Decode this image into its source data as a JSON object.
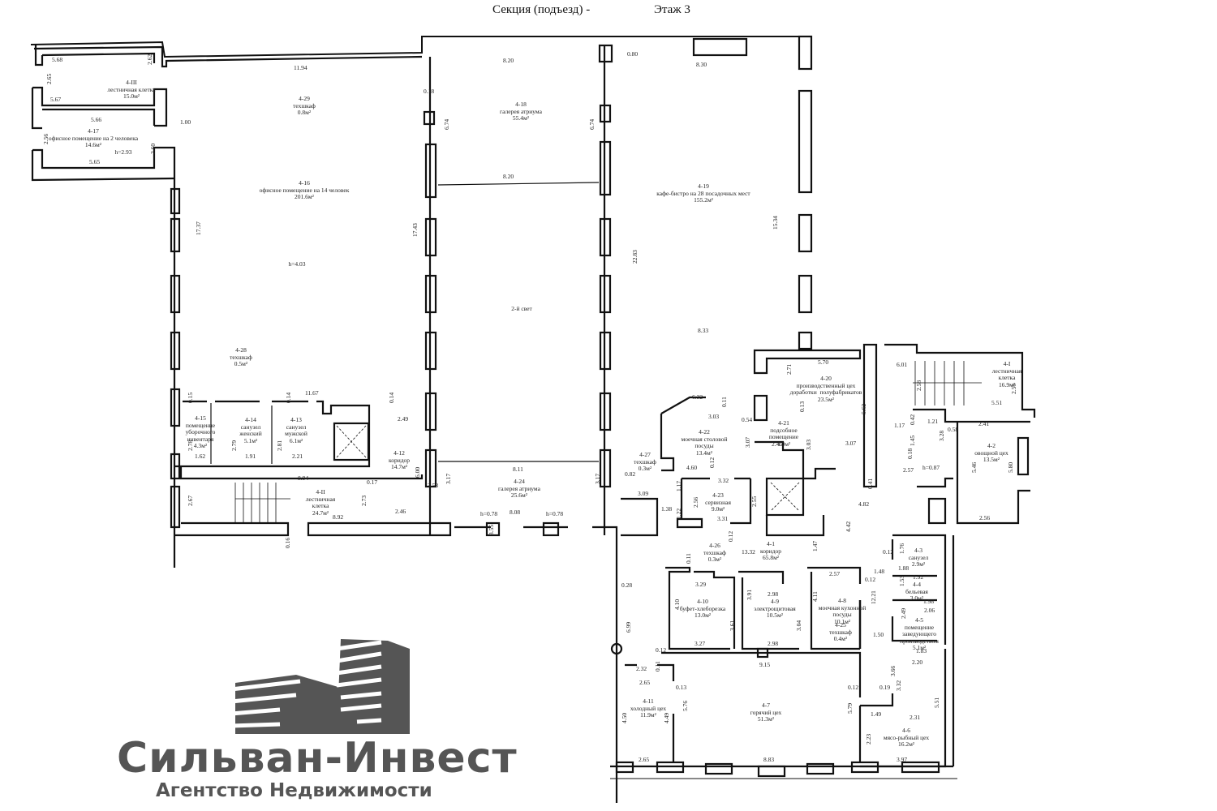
{
  "header": {
    "section_label": "Секция (подъезд) -",
    "floor_label": "Этаж 3"
  },
  "rooms": [
    {
      "id": "4-III",
      "name": "лестничная клетка",
      "area": "15.0м²"
    },
    {
      "id": "4-17",
      "name": "офисное помещение на 2 человека",
      "area": "14.6м²",
      "height": "h=2.93"
    },
    {
      "id": "4-29",
      "name": "техшкаф",
      "area": "0.8м²"
    },
    {
      "id": "4-16",
      "name": "офисное помещение на 14 человек",
      "area": "201.6м²",
      "height": "h=4.03"
    },
    {
      "id": "4-28",
      "name": "техшкаф",
      "area": "0.5м²"
    },
    {
      "id": "4-18",
      "name": "галерея атриума",
      "area": "55.4м²"
    },
    {
      "id": "2-й свет",
      "name": "2-й свет",
      "area": ""
    },
    {
      "id": "4-19",
      "name": "кафе-бистро на 28 посадочных мест",
      "area": "155.2м²"
    },
    {
      "id": "4-15",
      "name": "помещение уборочного инвентаря",
      "area": "4.3м²"
    },
    {
      "id": "4-14",
      "name": "санузел женский",
      "area": "5.1м²"
    },
    {
      "id": "4-13",
      "name": "санузел мужской",
      "area": "6.1м²"
    },
    {
      "id": "4-12",
      "name": "коридор",
      "area": "14.7м²"
    },
    {
      "id": "4-II",
      "name": "лестничная клетка",
      "area": "24.7м²"
    },
    {
      "id": "4-24",
      "name": "галерея атриума",
      "area": "25.6м²"
    },
    {
      "id": "4-27",
      "name": "техшкаф",
      "area": "0.3м²"
    },
    {
      "id": "4-22",
      "name": "моечная столовой посуды",
      "area": "13.4м²"
    },
    {
      "id": "4-23",
      "name": "сервизная",
      "area": "9.0м²"
    },
    {
      "id": "4-20",
      "name": "производственный цех доработки полуфабрикатов",
      "area": "23.5м²"
    },
    {
      "id": "4-21",
      "name": "подсобное помещение",
      "area": "4.9м²"
    },
    {
      "id": "4-I",
      "name": "лестничная клетка",
      "area": "16.9м²"
    },
    {
      "id": "4-2",
      "name": "овощной цех",
      "area": "13.5м²"
    },
    {
      "id": "4-26",
      "name": "техшкаф",
      "area": "0.3м²"
    },
    {
      "id": "4-1",
      "name": "коридор",
      "area": "65.8м²"
    },
    {
      "id": "4-3",
      "name": "санузел",
      "area": "2.9м²"
    },
    {
      "id": "4-4",
      "name": "бельевая",
      "area": "3.0м²"
    },
    {
      "id": "4-5",
      "name": "помещение заведующего производством",
      "area": "5.1м²"
    },
    {
      "id": "4-10",
      "name": "буфет-хлеборезка",
      "area": "13.0м²"
    },
    {
      "id": "4-9",
      "name": "электрощитовая",
      "area": "10.5м²"
    },
    {
      "id": "4-8",
      "name": "моечная кухонной посуды",
      "area": "10.1м²"
    },
    {
      "id": "4-25",
      "name": "техшкаф",
      "area": "0.4м²"
    },
    {
      "id": "4-11",
      "name": "холодный цех",
      "area": "11.9м²"
    },
    {
      "id": "4-7",
      "name": "горячий цех",
      "area": "51.3м²"
    },
    {
      "id": "4-6",
      "name": "мясо-рыбный цех",
      "area": "16.2м²"
    }
  ],
  "dimensions": {
    "d_5_68": "5.68",
    "d_2_65": "2.65",
    "d_2_62": "2.62",
    "d_5_67": "5.67",
    "d_5_66": "5.66",
    "d_1_00": "1.00",
    "d_2_56": "2.56",
    "d_2_60": "2.60",
    "d_5_65": "5.65",
    "d_11_94": "11.94",
    "d_17_37": "17.37",
    "d_17_43": "17.43",
    "d_8_20a": "8.20",
    "d_8_20b": "8.20",
    "d_0_18": "0.18",
    "d_6_74a": "6.74",
    "d_6_74b": "6.74",
    "d_0_80": "0.80",
    "d_8_30": "8.30",
    "d_22_83": "22.83",
    "d_15_34": "15.34",
    "d_8_33": "8.33",
    "d_11_67": "11.67",
    "d_0_15": "0.15",
    "d_0_14a": "0.14",
    "d_0_14b": "0.14",
    "d_2_78": "2.78",
    "d_2_79": "2.79",
    "d_2_81": "2.81",
    "d_1_62": "1.62",
    "d_1_91": "1.91",
    "d_2_21": "2.21",
    "d_2_49": "2.49",
    "d_8_94": "8.94",
    "d_6_00": "6.00",
    "d_0_17": "0.17",
    "d_2_67": "2.67",
    "d_2_73": "2.73",
    "d_8_92": "8.92",
    "d_2_46": "2.46",
    "d_0_16": "0.16",
    "d_3_58": "3.58",
    "d_3_17a": "3.17",
    "d_3_17b": "3.17",
    "d_8_11": "8.11",
    "d_8_08": "8.08",
    "d_h078a": "h=0.78",
    "d_h078b": "h=0.78",
    "d_3_55": "3.55",
    "d_0_82": "0.82",
    "d_6_32": "6.32",
    "d_0_11": "0.11",
    "d_3_03": "3.03",
    "d_4_60": "4.60",
    "d_0_12a": "0.12",
    "d_3_32": "3.32",
    "d_3_09": "3.09",
    "d_1_38": "1.38",
    "d_1_17": "1.17",
    "d_1_22": "1.22",
    "d_2_56b": "2.56",
    "d_3_31": "3.31",
    "d_2_55": "2.55",
    "d_0_54": "0.54",
    "d_3_07a": "3.07",
    "d_2_45": "2.45",
    "d_3_03b": "3.03",
    "d_0_13": "0.13",
    "d_5_70": "5.70",
    "d_2_71": "2.71",
    "d_5_62": "5.62",
    "d_3_07b": "3.07",
    "d_6_01": "6.01",
    "d_2_58": "2.58",
    "d_5_51": "5.51",
    "d_2_56c": "2.56",
    "d_1_17b": "1.17",
    "d_0_42": "0.42",
    "d_1_45": "1.45",
    "d_0_18b": "0.18",
    "d_1_21": "1.21",
    "d_3_28": "3.28",
    "d_0_58": "0.58",
    "d_2_41": "2.41",
    "d_2_57": "2.57",
    "d_h087": "h=0.87",
    "d_5_46": "5.46",
    "d_5_80": "5.80",
    "d_2_56d": "2.56",
    "d_0_41": "0.41",
    "d_4_82": "4.82",
    "d_4_42": "4.42",
    "d_13_32": "13.32",
    "d_1_47": "1.47",
    "d_0_12b": "0.12",
    "d_0_11b": "0.11",
    "d_0_28": "0.28",
    "d_6_99": "6.99",
    "d_3_29": "3.29",
    "d_4_10": "4.10",
    "d_3_61": "3.61",
    "d_3_27": "3.27",
    "d_0_12c": "0.12",
    "d_2_98a": "2.98",
    "d_3_91": "3.91",
    "d_3_04": "3.04",
    "d_2_98b": "2.98",
    "d_9_15": "9.15",
    "d_2_57b": "2.57",
    "d_4_11": "4.11",
    "d_0_12d": "0.12",
    "d_12_21": "12.21",
    "d_0_12e": "0.12",
    "d_1_76": "1.76",
    "d_1_48": "1.48",
    "d_1_88": "1.88",
    "d_1_92": "1.92",
    "d_1_53": "1.53",
    "d_1_98": "1.98",
    "d_2_06": "2.06",
    "d_2_49b": "2.49",
    "d_1_50": "1.50",
    "d_1_83": "1.83",
    "d_2_20": "2.20",
    "d_2_32": "2.32",
    "d_0_11c": "0.11",
    "d_2_65b": "2.65",
    "d_0_13b": "0.13",
    "d_5_76": "5.76",
    "d_4_50": "4.50",
    "d_4_49": "4.49",
    "d_2_65c": "2.65",
    "d_8_83": "8.83",
    "d_0_12f": "0.12",
    "d_5_79": "5.79",
    "d_3_66": "3.66",
    "d_0_19": "0.19",
    "d_3_32b": "3.32",
    "d_1_49": "1.49",
    "d_2_31": "2.31",
    "d_5_51b": "5.51",
    "d_2_23": "2.23",
    "d_3_97": "3.97"
  },
  "logo": {
    "brand_name": "Сильван-Инвест",
    "tagline": "Агентство Недвижимости",
    "color": "#555555"
  }
}
